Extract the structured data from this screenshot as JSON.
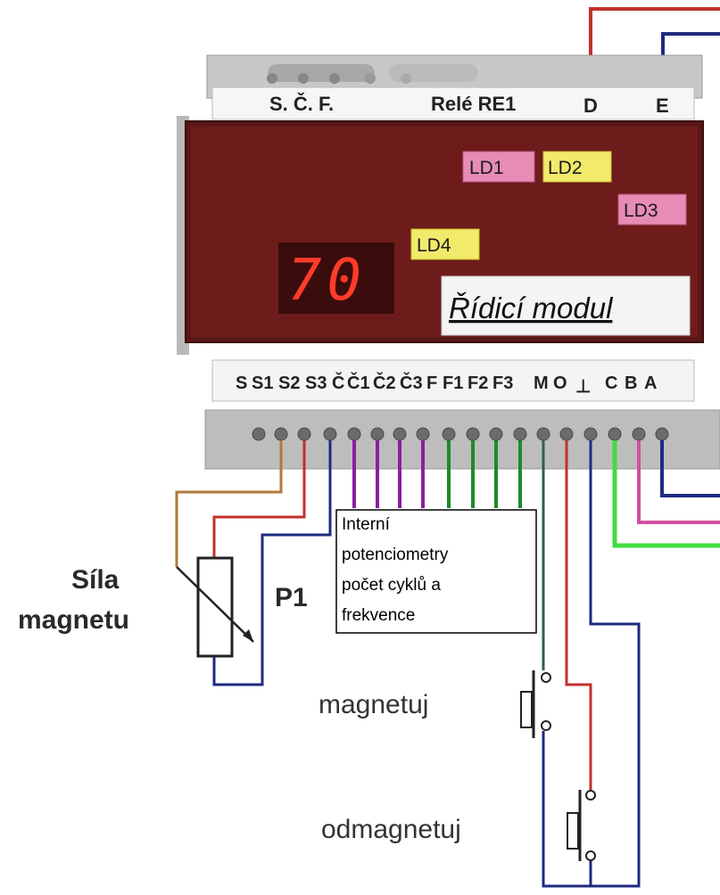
{
  "module": {
    "header_labels": [
      "S. Č. F.",
      "Relé RE1",
      "D",
      "E"
    ],
    "display_value": "70",
    "title": "Řídicí modul",
    "leds": [
      "LD1",
      "LD2",
      "LD3",
      "LD4"
    ],
    "led_colors": {
      "LD1": "#e78cb6",
      "LD2": "#f2ea6a",
      "LD3": "#e78cb6",
      "LD4": "#f2ea6a"
    },
    "terminal_labels": [
      "S",
      "S1",
      "S2",
      "S3",
      "Č",
      "Č1",
      "Č2",
      "Č3",
      "F",
      "F1",
      "F2",
      "F3",
      "M",
      "O",
      "⊥",
      "C",
      "B",
      "A"
    ]
  },
  "annotations": {
    "internal_pots": [
      "Interní",
      "potenciometry",
      "počet cyklů a",
      "frekvence"
    ],
    "pot_name": "P1",
    "pot_caption": [
      "Síla",
      "magnetu"
    ]
  },
  "buttons": {
    "magnetize": "magnetuj",
    "demagnetize": "odmagnetuj"
  },
  "wire_colors": {
    "red": "#c0312b",
    "blue": "#1f2a80",
    "brown": "#b07a3a",
    "purple": "#8a1fa0",
    "green": "#1c8a2a",
    "bright_green": "#3fdc3f",
    "pink": "#d14fa0",
    "teal": "#2f5d5a"
  }
}
